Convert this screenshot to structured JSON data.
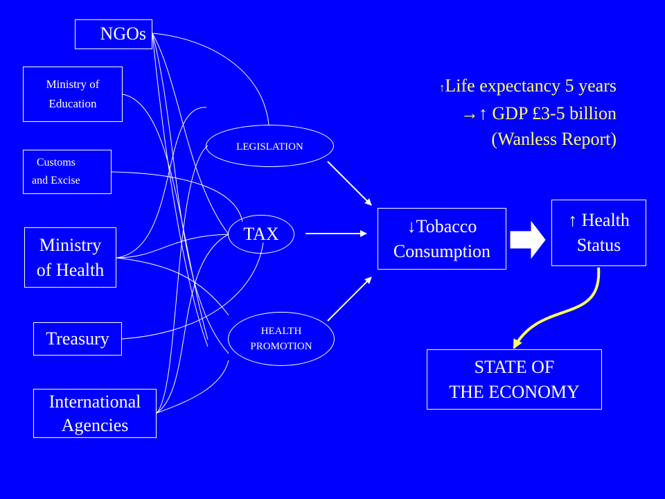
{
  "colors": {
    "background": "#0000ff",
    "lines": "#ffffff",
    "accent": "#ffff66"
  },
  "actors": {
    "ngos": "NGOs",
    "education": "Ministry of\nEducation",
    "customs": "Customs\nand Excise",
    "health": "Ministry\nof Health",
    "treasury": "Treasury",
    "international": "International\nAgencies"
  },
  "instruments": {
    "legislation": "LEGISLATION",
    "tax": "TAX",
    "promotion": "HEALTH\nPROMOTION"
  },
  "outcomes": {
    "tobacco_arrow": "↓",
    "tobacco_text": "Tobacco\nConsumption",
    "health_arrow": "↑",
    "health_text": " Health\nStatus",
    "economy": "STATE OF\nTHE ECONOMY"
  },
  "benefits": {
    "line1_arrow": "↑",
    "line1_text": "Life expectancy 5 years",
    "line2_arrows": "→↑",
    "line2_text": " GDP £3-5 billion",
    "line3_text": "(Wanless Report)"
  }
}
